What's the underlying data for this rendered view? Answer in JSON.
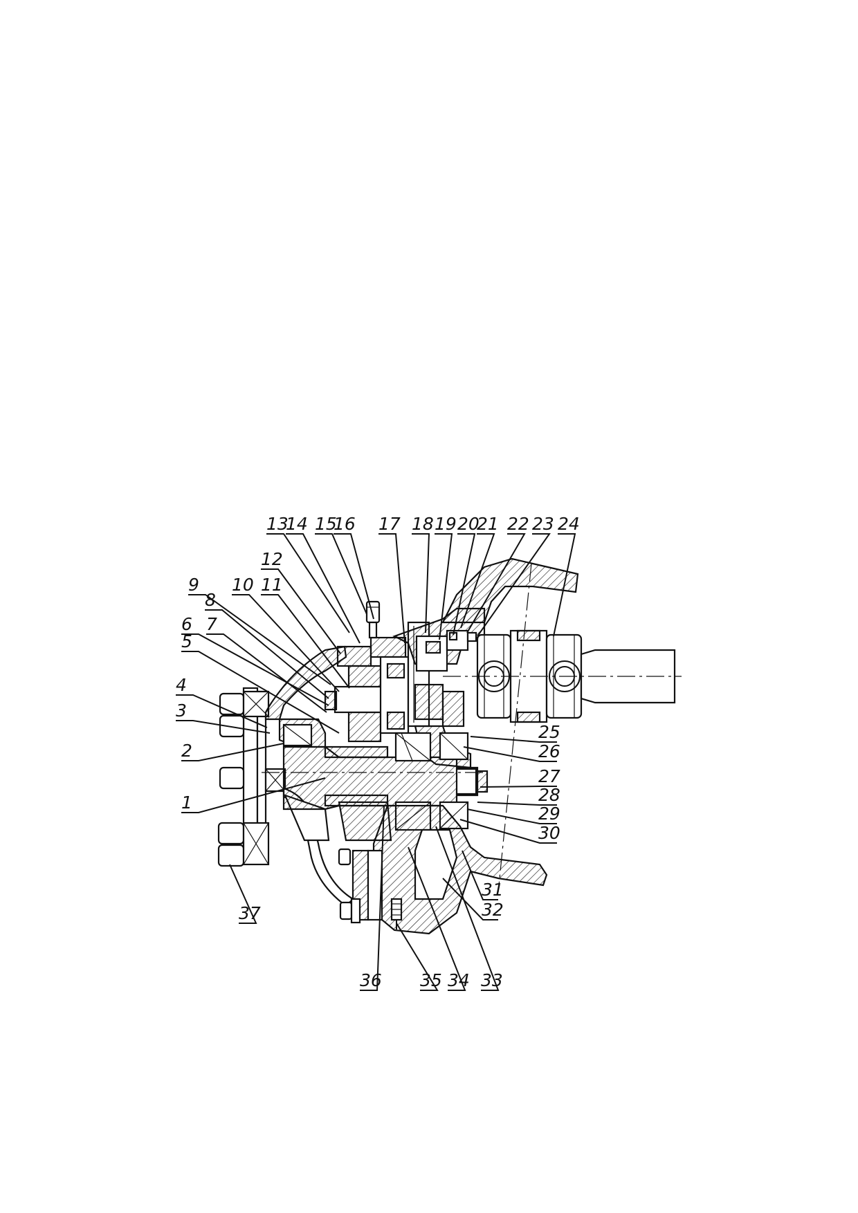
{
  "callouts": {
    "top": [
      "13",
      "14",
      "15",
      "16",
      "17",
      "18",
      "19",
      "20",
      "21",
      "22",
      "23",
      "24"
    ],
    "left_upper": [
      "12",
      "9",
      "10",
      "11",
      "8",
      "6",
      "7",
      "5",
      "4",
      "3",
      "2",
      "1"
    ],
    "right": [
      "25",
      "26",
      "27",
      "28",
      "29",
      "30",
      "31",
      "32"
    ],
    "bottom": [
      "36",
      "35",
      "34",
      "33"
    ],
    "bottom_left": [
      "37"
    ]
  }
}
